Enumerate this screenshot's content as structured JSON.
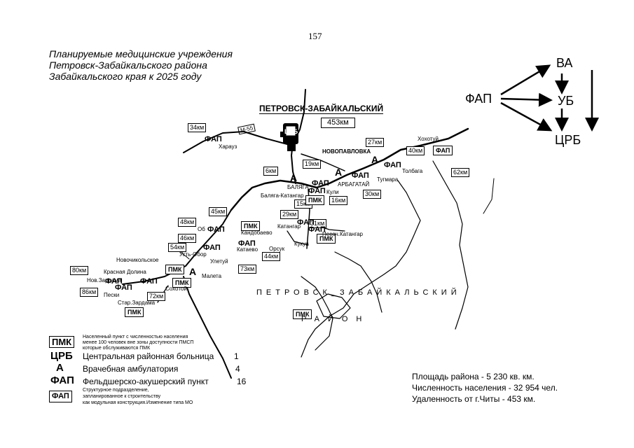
{
  "page_number": "157",
  "title": {
    "line1": "Планируемые медицинские учреждения",
    "line2": "Петровск-Забайкальского района",
    "line3": "Забайкальского края к 2025 году"
  },
  "map": {
    "city": "ПЕТРОВСК-ЗАБАЙКАЛЬСКИЙ",
    "road": "М-55",
    "district_word1": "ПЕТРОВСК_ЗАБАЙКАЛЬСКИЙ",
    "district_word2": "РАЙОН",
    "distance_boxes": {
      "d34": "34км",
      "d453": "453км",
      "d6": "6км",
      "d19": "19км",
      "d27": "27км",
      "d40": "40км",
      "d62": "62км",
      "d30": "30км",
      "d15": "15км",
      "d16": "16км",
      "d45": "45км",
      "d29": "29км",
      "d31": "31км",
      "d48": "48км",
      "d46": "46км",
      "d54": "54км",
      "d44": "44км",
      "d73": "73км",
      "d80": "80км",
      "d86": "86км",
      "d72": "72км"
    },
    "places": {
      "kharauz": "Харауз",
      "novopavlovka": "НОВОПАВЛОВКА",
      "khokhotuy": "Хохотуй",
      "tolbaga": "Толбага",
      "tugmara": "Тугмара",
      "arbagatai": "АРБАГАТАЙ",
      "kulki": "Кули",
      "balyaga": "БАЛЯГА",
      "balyaga_katangar": "Баляга-Катангар",
      "kandobaevo": "Кандобаево",
      "katangar": "Катангар",
      "pesoch_katangar": "Песоч.Катангар",
      "ob": "Об",
      "kataevo": "Катаево",
      "orsuk": "Орсук",
      "kukun": "Кукун",
      "ust_obor": "Усть-Обор",
      "novochikolskoe": "Новочикольское",
      "uleytui": "Улетуй",
      "krasnaya_dolina": "Красная Долина",
      "nov_zardama": "Нов.Зардама",
      "sokhotoy": "Сохотой",
      "maleta": "Малета",
      "peski": "Пески",
      "star_zardama": "Стар.Зардама"
    },
    "markers": {
      "fap": "ФАП",
      "pmk": "ПМК",
      "amb": "А",
      "crb": "ЦРБ"
    }
  },
  "diagram": {
    "fap": "ФАП",
    "va": "ВА",
    "ub": "УБ",
    "crb": "ЦРБ"
  },
  "legend": {
    "pmk_symbol": "ПМК",
    "pmk_text_1": "Населенный пункт с численностью населения",
    "pmk_text_2": "менее 100 человек вне зоны доступности ПМСП",
    "pmk_text_3": "которые обслуживаются ПМК",
    "crb_symbol": "ЦРБ",
    "crb_text": "Центральная районная больница",
    "crb_count": "1",
    "a_symbol": "А",
    "a_text": "Врачебная амбулатория",
    "a_count": "4",
    "fap_symbol": "ФАП",
    "fap_text": "Фельдшерско-акушерский пункт",
    "fap_count": "16",
    "fap_planned_symbol": "ФАП",
    "fap_planned_1": "Структурное подразделение,",
    "fap_planned_2": "запланированное к строительству",
    "fap_planned_3": "как модульная конструкция.Изменение типа МО"
  },
  "stats": {
    "area": "Площадь района - 5 230 кв. км.",
    "population": "Численность населения -  32 954 чел.",
    "distance": "Удаленность от г.Читы - 453 км."
  }
}
